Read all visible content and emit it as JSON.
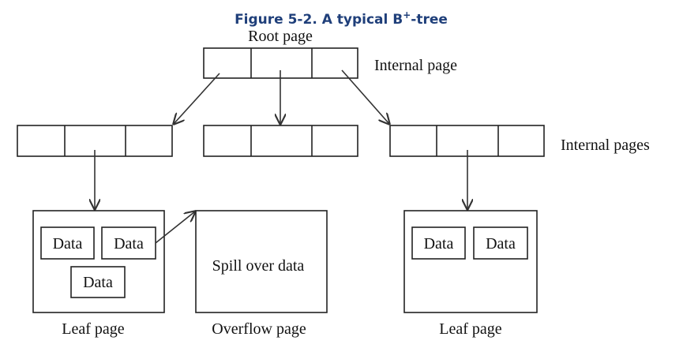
{
  "figure": {
    "caption_text": "Figure 5-2. A typical B",
    "caption_sup": "+",
    "caption_tail": "-tree"
  },
  "labels": {
    "root_page": "Root page",
    "internal_page": "Internal page",
    "internal_pages": "Internal pages",
    "leaf_page_left": "Leaf page",
    "overflow_page": "Overflow page",
    "leaf_page_right": "Leaf page",
    "spill_over_data": "Spill over data"
  },
  "data_items": {
    "left_1": "Data",
    "left_2": "Data",
    "left_3": "Data",
    "right_1": "Data",
    "right_2": "Data"
  }
}
